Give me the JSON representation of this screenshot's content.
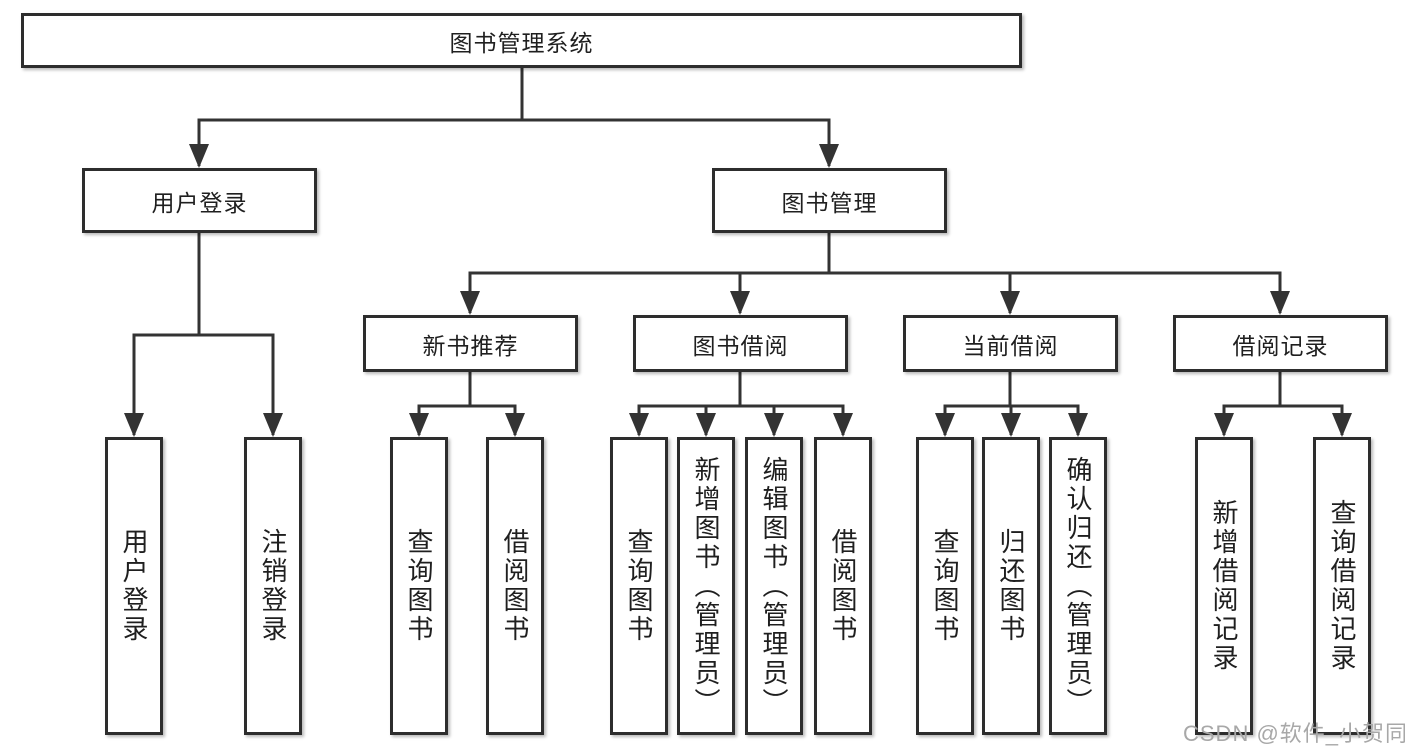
{
  "tree": {
    "root": {
      "label": "图书管理系统",
      "children": [
        {
          "label": "用户登录",
          "children": [
            {
              "label": "用户登录"
            },
            {
              "label": "注销登录"
            }
          ]
        },
        {
          "label": "图书管理",
          "children": [
            {
              "label": "新书推荐",
              "children": [
                {
                  "label": "查询图书"
                },
                {
                  "label": "借阅图书"
                }
              ]
            },
            {
              "label": "图书借阅",
              "children": [
                {
                  "label": "查询图书"
                },
                {
                  "label": "新增图书（管理员）"
                },
                {
                  "label": "编辑图书（管理员）"
                },
                {
                  "label": "借阅图书"
                }
              ]
            },
            {
              "label": "当前借阅",
              "children": [
                {
                  "label": "查询图书"
                },
                {
                  "label": "归还图书"
                },
                {
                  "label": "确认归还（管理员）"
                }
              ]
            },
            {
              "label": "借阅记录",
              "children": [
                {
                  "label": "新增借阅记录"
                },
                {
                  "label": "查询借阅记录"
                }
              ]
            }
          ]
        }
      ]
    }
  },
  "watermark": {
    "text": "CSDN @软件_小贺同学"
  },
  "colors": {
    "line": "#333333",
    "border": "#2d2d2d",
    "text": "#1f1f1f",
    "watermark": "#a8a8a8",
    "background": "#ffffff"
  }
}
